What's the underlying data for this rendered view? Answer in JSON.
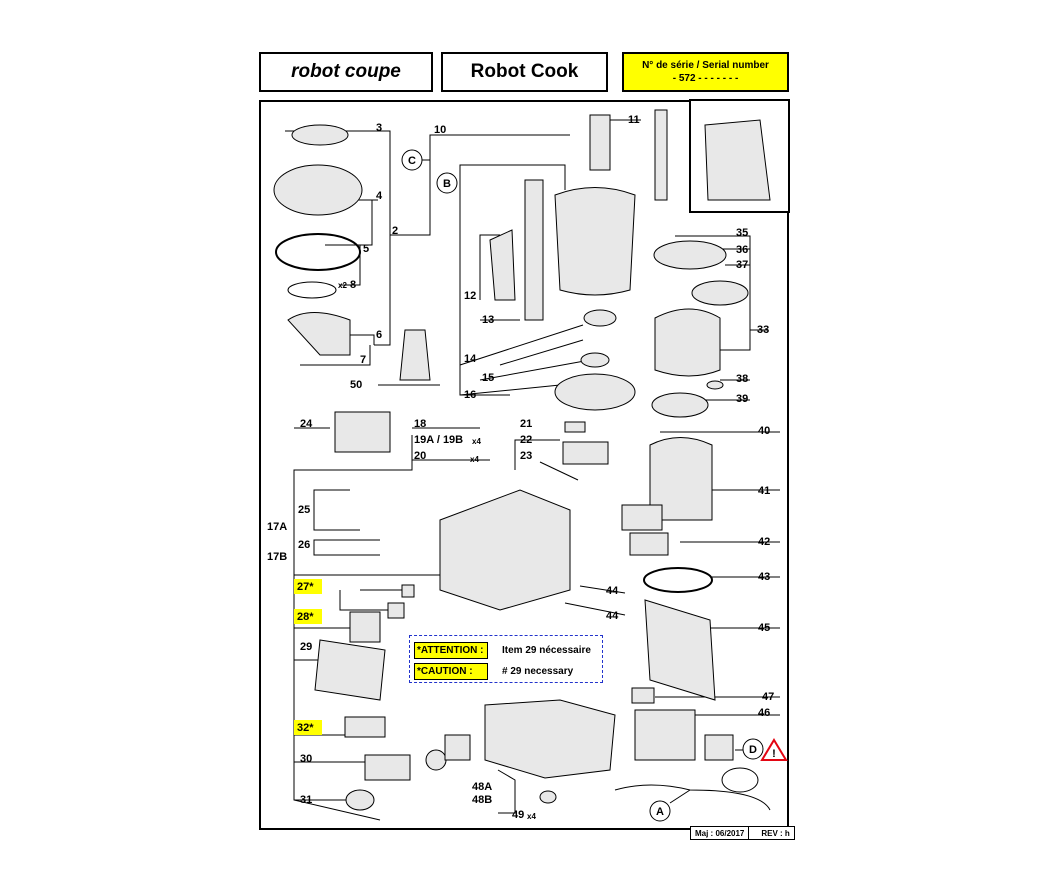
{
  "header": {
    "logo_text": "robot coupe",
    "title": "Robot Cook",
    "serial_label": "N° de série / Serial number",
    "serial_value": "- 572 - - - - -   - -"
  },
  "labels": {
    "c1": "C",
    "c2": "B",
    "c3": "D",
    "c4": "A",
    "n3": "3",
    "n10": "10",
    "n11": "11",
    "n4": "4",
    "n2": "2",
    "n5": "5",
    "n8": "8",
    "x2": "x2",
    "n6": "6",
    "n7": "7",
    "n50": "50",
    "n12": "12",
    "n13": "13",
    "n14": "14",
    "n15": "15",
    "n16": "16",
    "n35": "35",
    "n36": "36",
    "n37": "37",
    "n33": "33",
    "n38": "38",
    "n39": "39",
    "n24": "24",
    "n18": "18",
    "n19": "19A / 19B",
    "x4a": "x4",
    "n20": "20",
    "x4b": "x4",
    "n21": "21",
    "n22": "22",
    "n23": "23",
    "n40": "40",
    "n41": "41",
    "n17a": "17A",
    "n17b": "17B",
    "n25": "25",
    "n26": "26",
    "n42": "42",
    "n43": "43",
    "n27": "27*",
    "n28": "28*",
    "n44a": "44",
    "n44b": "44",
    "n45": "45",
    "n29": "29",
    "n47": "47",
    "n46": "46",
    "n32": "32*",
    "n30": "30",
    "n31": "31",
    "n48a": "48A",
    "n48b": "48B",
    "n49": "49",
    "x4c": "x4"
  },
  "notice": {
    "attention_label": "*ATTENTION :",
    "attention_text": "Item 29 nécessaire",
    "caution_label": "*CAUTION :",
    "caution_text": "# 29 necessary"
  },
  "footer": {
    "date": "Maj : 06/2017",
    "rev": "REV : h"
  },
  "colors": {
    "highlight": "#ffff00",
    "notice_border": "#2233cc",
    "warning": "#e30613"
  }
}
